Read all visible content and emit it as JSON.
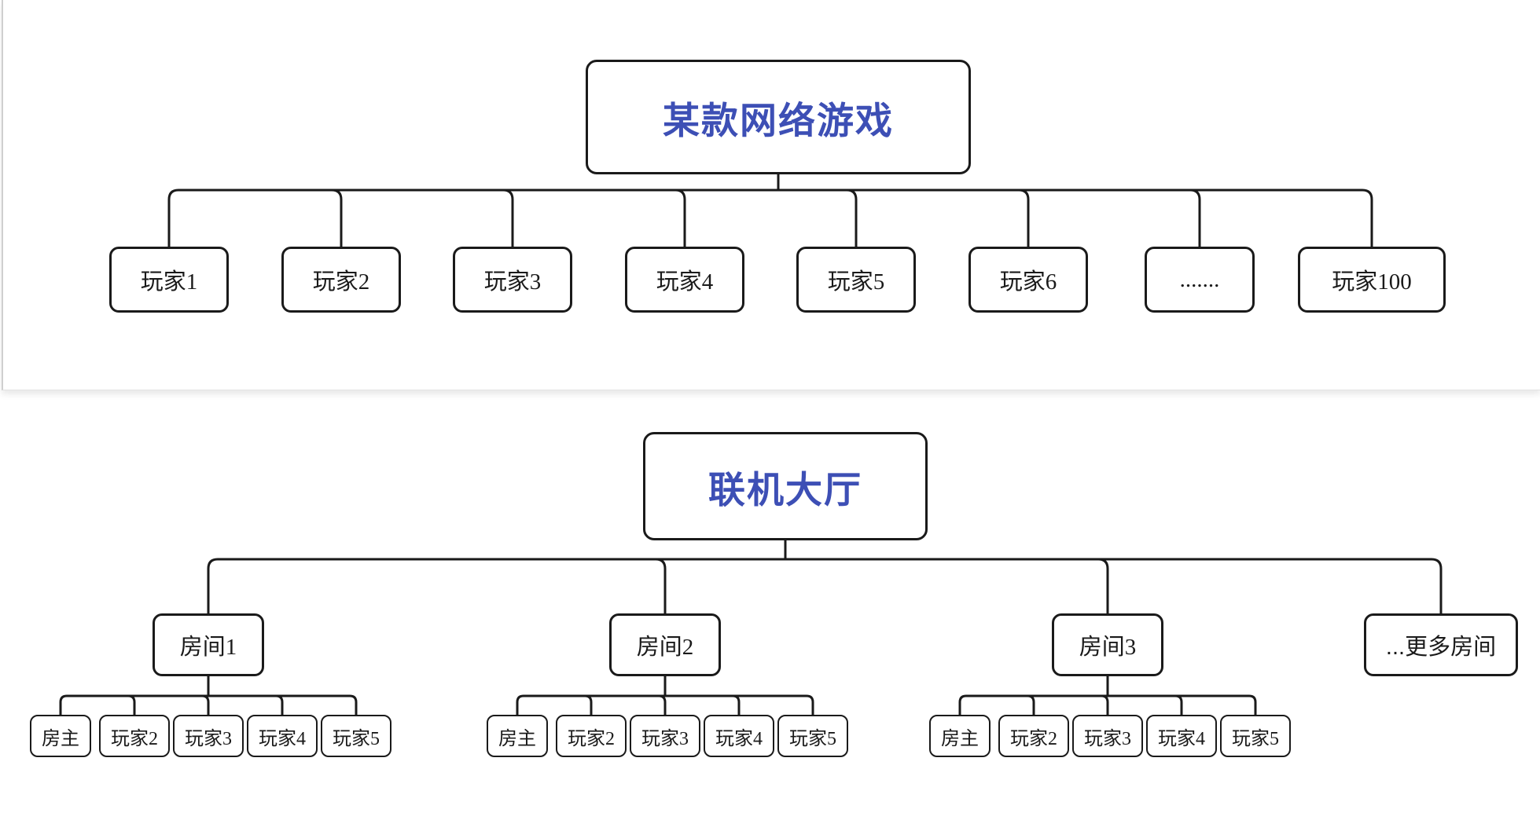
{
  "page": {
    "background": "#ffffff",
    "accent_blue": "#3D4FB5",
    "line_color": "#1a1a1a"
  },
  "tree1": {
    "root": {
      "label": "某款网络游戏"
    },
    "children": [
      {
        "label": "玩家1"
      },
      {
        "label": "玩家2"
      },
      {
        "label": "玩家3"
      },
      {
        "label": "玩家4"
      },
      {
        "label": "玩家5"
      },
      {
        "label": "玩家6"
      },
      {
        "label": "......."
      },
      {
        "label": "玩家100"
      }
    ]
  },
  "tree2": {
    "root": {
      "label": "联机大厅"
    },
    "rooms": [
      {
        "label": "房间1",
        "members": [
          {
            "label": "房主"
          },
          {
            "label": "玩家2"
          },
          {
            "label": "玩家3"
          },
          {
            "label": "玩家4"
          },
          {
            "label": "玩家5"
          }
        ]
      },
      {
        "label": "房间2",
        "members": [
          {
            "label": "房主"
          },
          {
            "label": "玩家2"
          },
          {
            "label": "玩家3"
          },
          {
            "label": "玩家4"
          },
          {
            "label": "玩家5"
          }
        ]
      },
      {
        "label": "房间3",
        "members": [
          {
            "label": "房主"
          },
          {
            "label": "玩家2"
          },
          {
            "label": "玩家3"
          },
          {
            "label": "玩家4"
          },
          {
            "label": "玩家5"
          }
        ]
      },
      {
        "label": "...更多房间",
        "members": []
      }
    ]
  }
}
